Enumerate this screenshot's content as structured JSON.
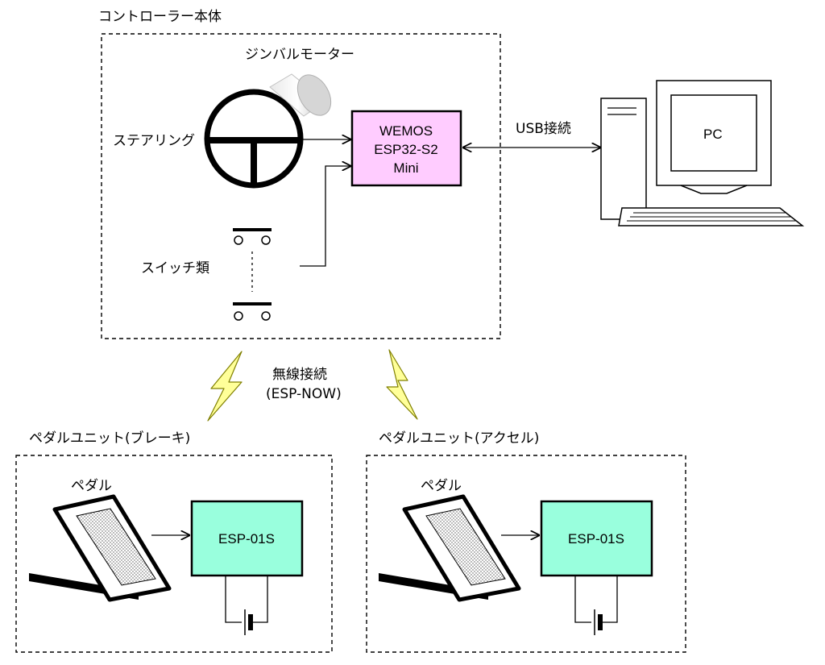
{
  "controller": {
    "title": "コントローラー本体",
    "motor_label": "ジンバルモーター",
    "steering_label": "ステアリング",
    "switches_label": "スイッチ類",
    "mcu_lines": [
      "WEMOS",
      "ESP32-S2",
      "Mini"
    ]
  },
  "pc": {
    "label": "PC",
    "link_label": "USB接続"
  },
  "wireless": {
    "label": "無線接続",
    "protocol": "(ESP-NOW)"
  },
  "brake_unit": {
    "title": "ペダルユニット(ブレーキ)",
    "pedal_label": "ペダル",
    "module_label": "ESP-01S"
  },
  "accel_unit": {
    "title": "ペダルユニット(アクセル)",
    "pedal_label": "ペダル",
    "module_label": "ESP-01S"
  },
  "colors": {
    "mcu_fill": "#ffccff",
    "module_fill": "#99ffdd",
    "lightning_fill": "#ffff99",
    "motor_gray": "#c8c8c8"
  }
}
